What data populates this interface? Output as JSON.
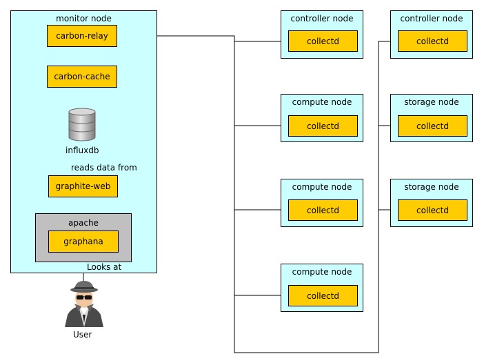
{
  "monitor": {
    "title": "monitor node",
    "carbon_relay": "carbon-relay",
    "carbon_cache": "carbon-cache",
    "influxdb": "influxdb",
    "reads_data_from": "reads data from",
    "graphite_web": "graphite-web",
    "apache": "apache",
    "graphana": "graphana",
    "looks_at": "Looks at"
  },
  "user": {
    "label": "User"
  },
  "nodes": [
    {
      "title": "controller node",
      "service": "collectd"
    },
    {
      "title": "compute node",
      "service": "collectd"
    },
    {
      "title": "compute node",
      "service": "collectd"
    },
    {
      "title": "compute node",
      "service": "collectd"
    },
    {
      "title": "controller node",
      "service": "collectd"
    },
    {
      "title": "storage node",
      "service": "collectd"
    },
    {
      "title": "storage node",
      "service": "collectd"
    }
  ],
  "colors": {
    "node_fill": "#ccffff",
    "service_fill": "#ffcc00",
    "apache_fill": "#c0c0c0"
  }
}
